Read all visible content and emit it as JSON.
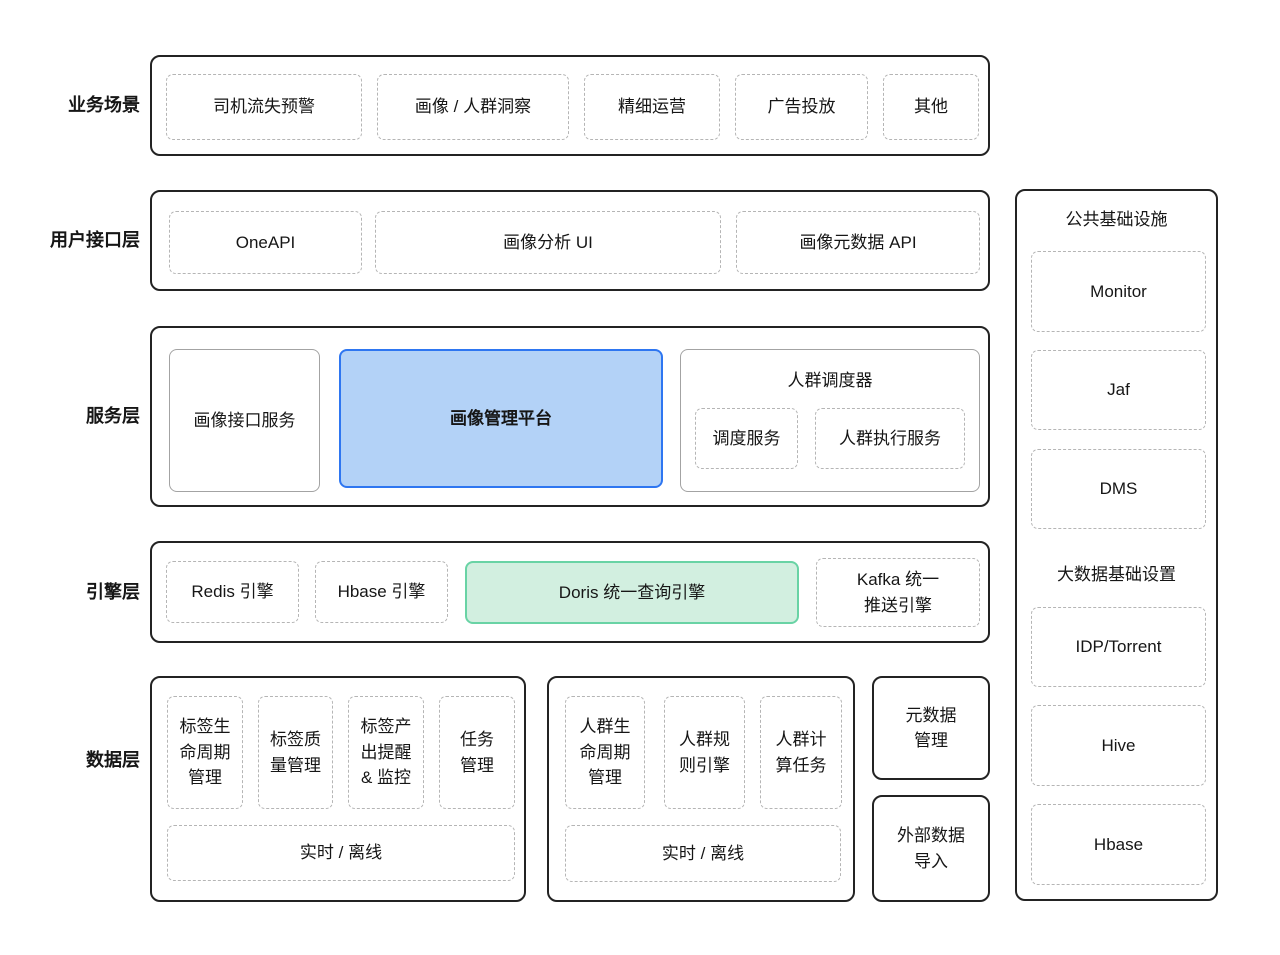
{
  "colors": {
    "blue_fill": "#b3d2f7",
    "blue_border": "#2e76f1",
    "green_fill": "#d2efe0",
    "green_border": "#69d3a5",
    "outline_dark": "#232323",
    "outline_dashed": "#b5b5b5"
  },
  "layers": {
    "business": {
      "label": "业务场景",
      "items": [
        "司机流失预警",
        "画像 / 人群洞察",
        "精细运营",
        "广告投放",
        "其他"
      ]
    },
    "interface": {
      "label": "用户接口层",
      "items": [
        "OneAPI",
        "画像分析 UI",
        "画像元数据 API"
      ]
    },
    "service": {
      "label": "服务层",
      "portrait_api": "画像接口服务",
      "portrait_platform": "画像管理平台",
      "scheduler": {
        "title": "人群调度器",
        "items": [
          "调度服务",
          "人群执行服务"
        ]
      }
    },
    "engine": {
      "label": "引擎层",
      "redis": "Redis 引擎",
      "hbase": "Hbase 引擎",
      "doris": "Doris 统一查询引擎",
      "kafka": "Kafka 统一\n推送引擎"
    },
    "data": {
      "label": "数据层",
      "tag_group": {
        "items": [
          "标签生\n命周期\n管理",
          "标签质\n量管理",
          "标签产\n出提醒\n& 监控",
          "任务\n管理"
        ],
        "bottom": "实时 / 离线"
      },
      "crowd_group": {
        "items": [
          "人群生\n命周期\n管理",
          "人群规\n则引擎",
          "人群计\n算任务"
        ],
        "bottom": "实时 / 离线"
      },
      "metadata": "元数据\n管理",
      "external": "外部数据\n导入"
    }
  },
  "sidebar": {
    "common_title": "公共基础设施",
    "common_items": [
      "Monitor",
      "Jaf",
      "DMS"
    ],
    "bigdata_title": "大数据基础设置",
    "bigdata_items": [
      "IDP/Torrent",
      "Hive",
      "Hbase"
    ]
  }
}
